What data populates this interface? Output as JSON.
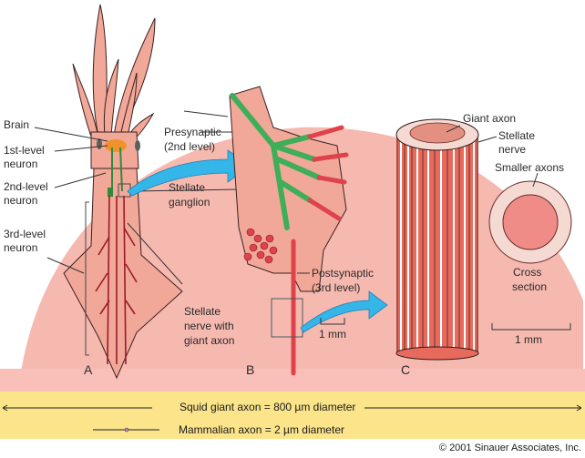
{
  "colors": {
    "background_arc": "#f6b9b0",
    "band_pink": "#f9c0ba",
    "band_yellow": "#fbe48a",
    "squid_body": "#f2a898",
    "squid_outline": "#3a2020",
    "nerve_dark_red": "#9a1a2a",
    "presynaptic_green": "#3fae5a",
    "postsynaptic_red": "#e0424c",
    "arrow_blue": "#35b6e8",
    "brain_orange": "#f0922c"
  },
  "panel_a": {
    "letter": "A",
    "labels": {
      "brain": "Brain",
      "first_level_1": "1st-level",
      "first_level_2": "neuron",
      "second_level_1": "2nd-level",
      "second_level_2": "neuron",
      "third_level_1": "3rd-level",
      "third_level_2": "neuron",
      "stellate_1": "Stellate",
      "stellate_2": "nerve with",
      "stellate_3": "giant axon"
    }
  },
  "panel_b": {
    "letter": "B",
    "labels": {
      "presynaptic_1": "Presynaptic",
      "presynaptic_2": "(2nd level)",
      "ganglion_1": "Stellate",
      "ganglion_2": "ganglion",
      "postsynaptic_1": "Postsynaptic",
      "postsynaptic_2": "(3rd level)",
      "scale": "1 mm"
    }
  },
  "panel_c": {
    "letter": "C",
    "labels": {
      "giant_axon": "Giant axon",
      "stellate_1": "Stellate",
      "stellate_2": "nerve",
      "smaller_axons": "Smaller axons",
      "cross_1": "Cross",
      "cross_2": "section",
      "scale": "1 mm"
    }
  },
  "comparison": {
    "squid": "Squid giant axon = 800 µm diameter",
    "mammal": "Mammalian axon = 2 µm diameter"
  },
  "copyright": "© 2001 Sinauer Associates, Inc."
}
